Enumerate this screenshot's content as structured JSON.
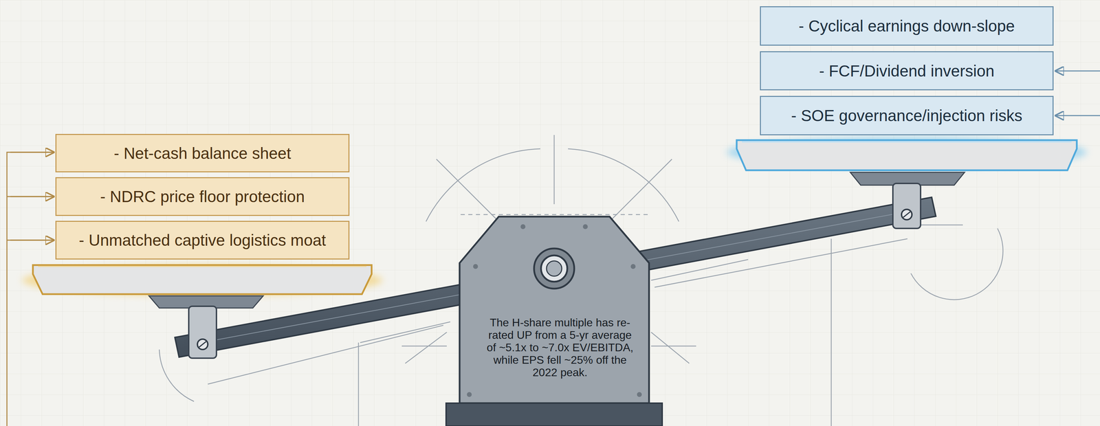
{
  "diagram": {
    "nodes": [
      {
        "text": [
          "- Cyclical earnings down-slope"
        ]
      },
      {
        "text": [
          "- FCF/Dividend inversion"
        ]
      },
      {
        "text": [
          "- SOE governance/injection risks"
        ]
      },
      {
        "text": [
          "- Net-cash balance sheet"
        ]
      },
      {
        "text": [
          "- NDRC price floor protection"
        ]
      },
      {
        "text": [
          "- Unmatched captive logistics moat"
        ]
      },
      {
        "text": [
          "The H-share multiple has re-rated UP from a 5-yr average of ~5.1x to ~7.0x EV/EBITDA, while EPS fell ~25% off the 2022 peak."
        ]
      }
    ]
  }
}
